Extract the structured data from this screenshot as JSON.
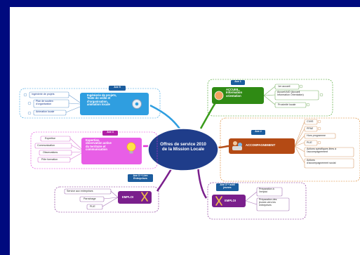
{
  "center_title": "Offres de service 2010\nde la Mission Locale",
  "branches": {
    "axe5": {
      "tag": "Axe 5",
      "title": "Ingénierie de projets,\nTexte de veille et\nd'organisation,\nanimation locale",
      "items": [
        "Ingénierie de projets",
        "Plan de soutien\nd'organisation",
        "Animation locale"
      ],
      "color": "#2f9ee0"
    },
    "axe4": {
      "tag": "Axe 4",
      "title": "Expertise,\nobservation active\ndu territoire et\ncommunication",
      "items": [
        "Expertise",
        "Communication",
        "Observations",
        "Pôle formation"
      ],
      "color": "#e034d7"
    },
    "axe3": {
      "tag": "Axe 3 + Lien\nEntreprises",
      "title": "EMPLOI",
      "items": [
        "Service aux entreprises",
        "Parrainage",
        "PLIE"
      ],
      "color": "#7a1f8c"
    },
    "axe1": {
      "tag": "Axe 1",
      "title": "ACCUEIL,\nInformation\norientation",
      "items": [
        "1er accueil",
        "Accueil AIO (Accueil\nInformation Orientation)",
        "Proximité locale"
      ],
      "color": "#3a9c1b"
    },
    "axe2": {
      "tag": "Axe 2",
      "title": "ACCOMPAGNEMENT",
      "items": [
        "CIVIS",
        "PPAE",
        "Hors programme",
        "PLIE",
        "Actions spécifiques liées à\nl'accompagnement",
        "Actions\nd'accompagnement social"
      ],
      "color": "#b44a14"
    },
    "axe3b": {
      "tag": "Axe 3 + outil\njeunes",
      "title": "EMPLOI",
      "items": [
        "Préparation à\nl'emploi",
        "Préparation des\njeunes vers les\nentreprises"
      ],
      "color": "#7a1f8c"
    }
  }
}
